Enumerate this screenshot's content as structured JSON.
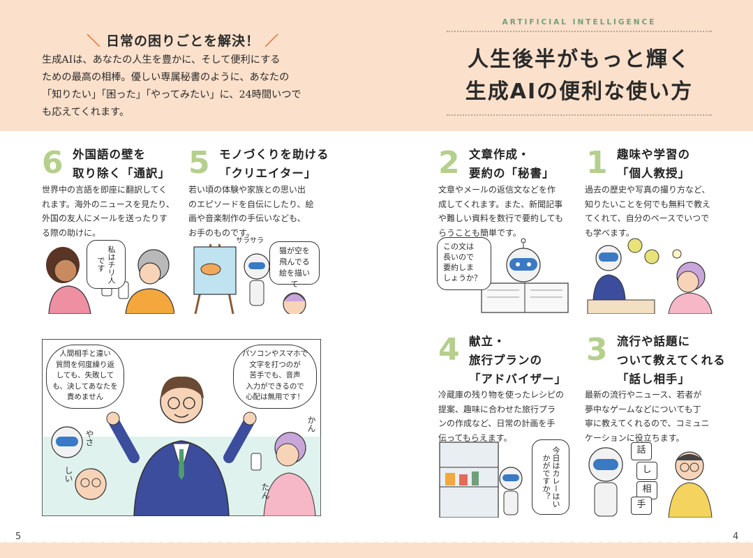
{
  "lead": {
    "heading": "日常の困りごとを解決！",
    "lines": [
      "生成AIは、あなたの人生を豊かに、そして便利にする",
      "ための最高の相棒。優しい専属秘書のように、あなたの",
      "「知りたい」「困った」「やってみたい」に、24時間いつで",
      "も応えてくれます。"
    ]
  },
  "header": {
    "eyebrow": "ARTIFICIAL INTELLIGENCE",
    "title_line1": "人生後半がもっと輝く",
    "title_line2": "生成AIの便利な使い方"
  },
  "items": {
    "six": {
      "number": "6",
      "title": [
        "外国語の壁を",
        "取り除く「通訳」"
      ],
      "body": [
        "世界中の言語を即座に翻訳してく",
        "れます。海外のニュースを見たり、",
        "外国の友人にメールを送ったりす",
        "る際の助けに。"
      ],
      "bubble": "私はチリ人です"
    },
    "five": {
      "number": "5",
      "title": [
        "モノづくりを助ける",
        "「クリエイター」"
      ],
      "body": [
        "若い頃の体験や家族との思い出",
        "のエピソードを自伝にしたり、絵",
        "画や音楽制作の手伝いなども、",
        "お手のものです。"
      ],
      "bubble": [
        "猫が空を",
        "飛んでる",
        "絵を描いて"
      ],
      "sfx": "サラサラ"
    },
    "two": {
      "number": "2",
      "title": [
        "文章作成・",
        "要約の「秘書」"
      ],
      "body": [
        "文章やメールの返信文などを作",
        "成してくれます。また、新聞記事",
        "や難しい資料を数行で要約しても",
        "らうことも簡単です。"
      ],
      "bubble": [
        "この文は",
        "長いので",
        "要約しま",
        "しょうか？"
      ]
    },
    "one": {
      "number": "1",
      "title": [
        "趣味や学習の",
        "「個人教授」"
      ],
      "body": [
        "過去の歴史や写真の撮り方など、",
        "知りたいことを何でも無料で教え",
        "てくれて、自分のペースでいつで",
        "も学べます。"
      ]
    },
    "four": {
      "number": "4",
      "title": [
        "献立・",
        "旅行プランの",
        "「アドバイザー」"
      ],
      "body": [
        "冷蔵庫の残り物を使ったレシピの",
        "提案、趣味に合わせた旅行プラ",
        "ンの作成など、日常の計画を手",
        "伝ってもらえます。"
      ],
      "bubble": "今日はカレーはいかがですか？"
    },
    "three": {
      "number": "3",
      "title": [
        "流行や話題に",
        "ついて教えてくれる",
        "「話し相手」"
      ],
      "body": [
        "最新の流行やニュース、若者が",
        "夢中なゲームなどについても丁",
        "寧に教えてくれるので、コミュニ",
        "ケーションに役立ちます。"
      ],
      "tiles": [
        "話",
        "し",
        "相",
        "手"
      ]
    }
  },
  "big_panel": {
    "bubble_left": [
      "人間相手と違い",
      "質問を何度繰り返",
      "しても、失敗して",
      "も、決してあなたを",
      "責めません"
    ],
    "bubble_right": [
      "パソコンやスマホで",
      "文字を打つのが",
      "苦手でも、音声",
      "入力ができるので",
      "心配は無用です！"
    ],
    "sfx": [
      "やさ",
      "しい",
      "かん",
      "たん"
    ]
  },
  "pages": {
    "left": "5",
    "right": "4"
  },
  "colors": {
    "band": "#fbe0cb",
    "number": "#b5cf8c",
    "eyebrow": "#6fa07a",
    "slash": "#e07d3c",
    "panel": "#dff2ee"
  }
}
